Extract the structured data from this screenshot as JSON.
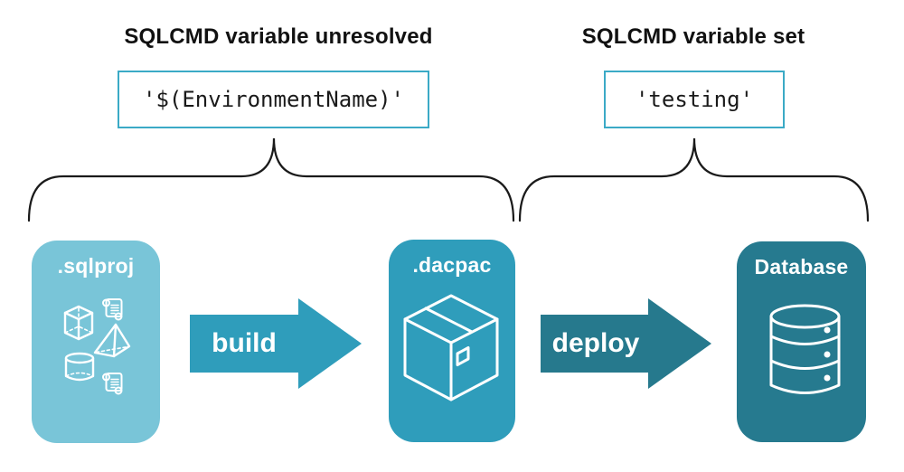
{
  "annotations": {
    "unresolved": {
      "title": "SQLCMD variable unresolved",
      "value": "'$(EnvironmentName)'"
    },
    "set": {
      "title": "SQLCMD variable set",
      "value": "'testing'"
    }
  },
  "cards": {
    "sqlproj": {
      "label": ".sqlproj"
    },
    "dacpac": {
      "label": ".dacpac"
    },
    "database": {
      "label": "Database"
    }
  },
  "arrows": {
    "build": {
      "label": "build"
    },
    "deploy": {
      "label": "deploy"
    }
  },
  "icons": {
    "sqlproj": [
      "cube-icon",
      "script-scroll-icon",
      "pyramid-icon",
      "cylinder-icon",
      "script-scroll-icon"
    ],
    "dacpac": "package-box-icon",
    "database": "database-cylinder-icon"
  },
  "colors": {
    "sqlproj_bg": "#79C5D8",
    "dacpac_bg": "#2F9DBB",
    "database_bg": "#267A8F",
    "build_arrow": "#2F9DBB",
    "deploy_arrow": "#26798D",
    "code_border": "#3BAAC6",
    "brace_stroke": "#1A1A1A",
    "title_text": "#111111",
    "code_text": "#1A1A1A",
    "label_text": "#FFFFFF",
    "icon_stroke": "#FFFFFF"
  }
}
